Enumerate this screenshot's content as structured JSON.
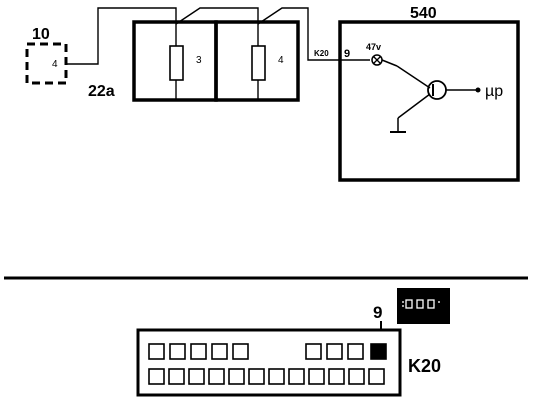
{
  "diagram": {
    "component_10": {
      "label": "10",
      "pin": "4"
    },
    "fuse_box": {
      "label": "22a",
      "fuse_left": "3",
      "fuse_right": "4"
    },
    "module_540": {
      "label": "540",
      "connector_tag": "K20",
      "pin": "9",
      "lamp_voltage": "47v",
      "output_label": "µp"
    },
    "connector": {
      "name": "K20",
      "highlight_pin": "9",
      "icon_name": "connector-icon"
    }
  }
}
